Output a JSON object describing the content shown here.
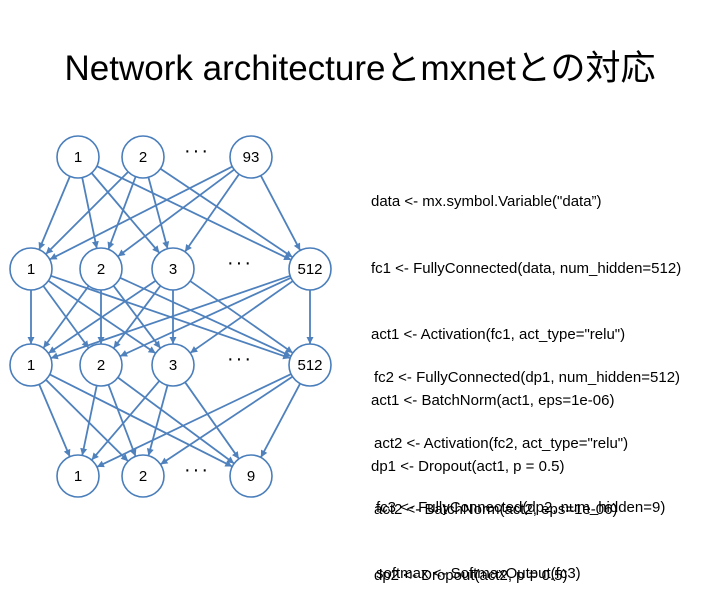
{
  "title": "Network architectureとmxnetとの対応",
  "layers": [
    {
      "nodes": [
        "1",
        "2",
        "93"
      ],
      "ellipsis": "···"
    },
    {
      "nodes": [
        "1",
        "2",
        "3",
        "512"
      ],
      "ellipsis": "···"
    },
    {
      "nodes": [
        "1",
        "2",
        "3",
        "512"
      ],
      "ellipsis": "···"
    },
    {
      "nodes": [
        "1",
        "2",
        "9"
      ],
      "ellipsis": "···"
    }
  ],
  "code_blocks": [
    {
      "lines": [
        "data <- mx.symbol.Variable(\"data”)"
      ]
    },
    {
      "lines": [
        "fc1 <- FullyConnected(data, num_hidden=512)",
        "act1 <- Activation(fc1, act_type=\"relu\")",
        "act1 <- BatchNorm(act1, eps=1e-06)",
        "dp1 <- Dropout(act1, p = 0.5)"
      ]
    },
    {
      "lines": [
        "fc2 <- FullyConnected(dp1, num_hidden=512)",
        "act2 <- Activation(fc2, act_type=\"relu\")",
        "act2 <- BatchNorm(act2, eps=1e-06)",
        "dp2 <- Dropout(act2, p = 0.5)"
      ]
    },
    {
      "lines": [
        "fc3 <- FullyConnected(dp2, num_hidden=9)",
        "softmax <- SoftmaxOutput(fc3)"
      ]
    }
  ],
  "colors": {
    "edge": "#4f81bd",
    "node_stroke": "#4a7ebb"
  }
}
